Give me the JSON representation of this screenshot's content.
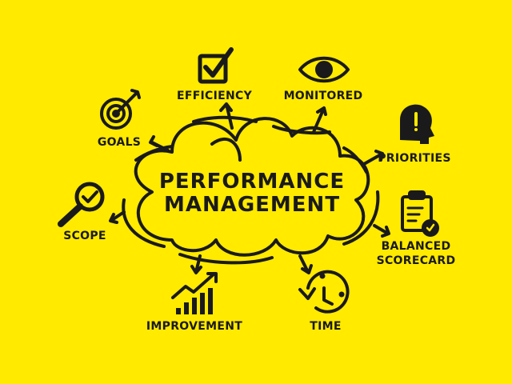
{
  "title": {
    "line1": "PERFORMANCE",
    "line2": "MANAGEMENT"
  },
  "nodes": {
    "goals": "GOALS",
    "efficiency": "EFFICIENCY",
    "monitored": "MONITORED",
    "priorities": "PRIORITIES",
    "scope": "SCOPE",
    "balanced_line1": "BALANCED",
    "balanced_line2": "SCORECARD",
    "improvement": "IMPROVEMENT",
    "time": "TIME"
  },
  "colors": {
    "background": "#FFEA00",
    "ink": "#1a1a1a"
  }
}
